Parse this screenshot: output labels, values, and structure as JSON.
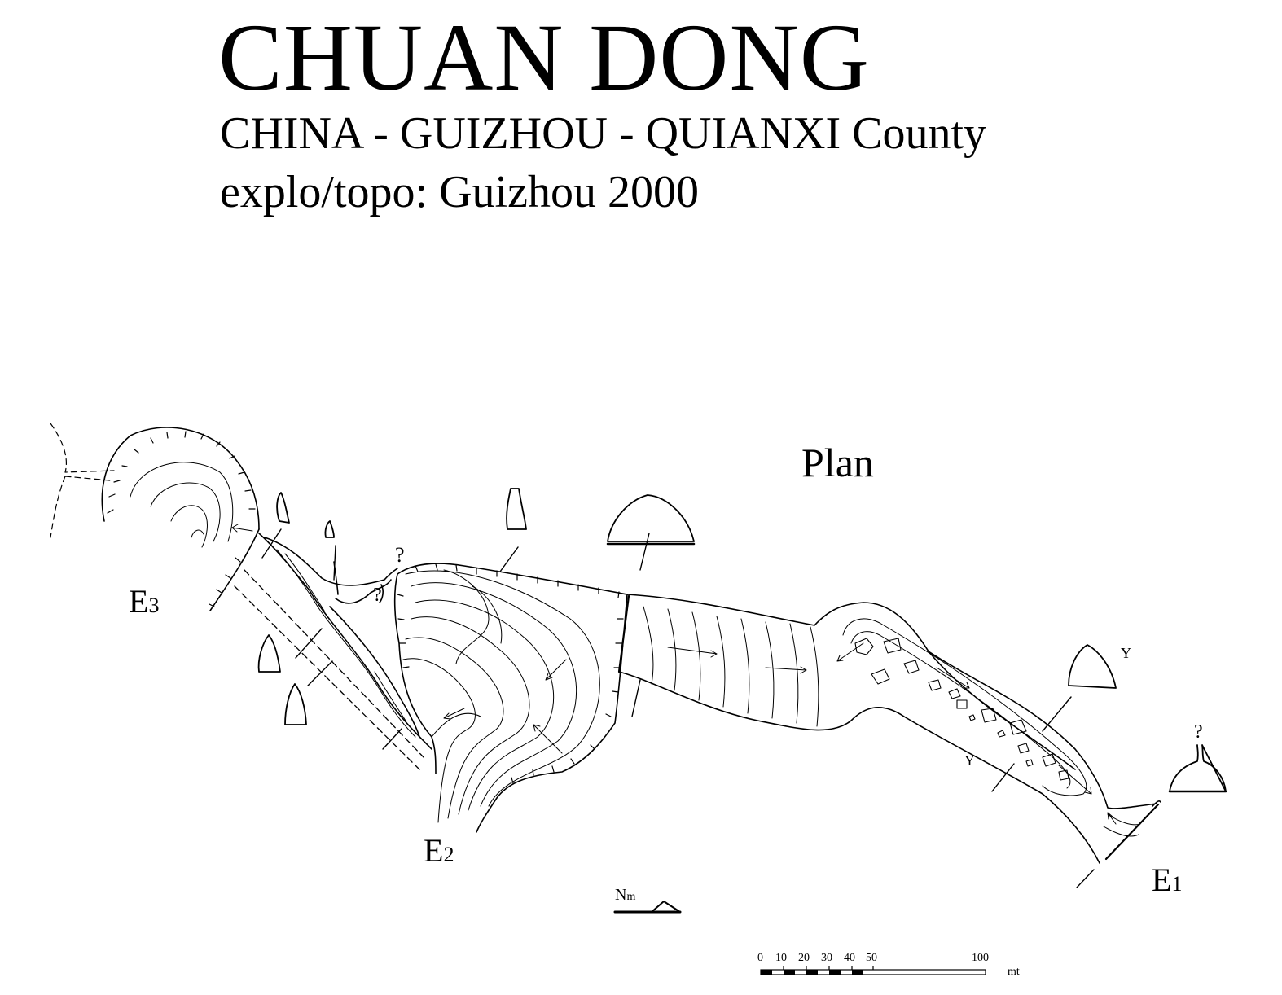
{
  "header": {
    "title": "CHUAN DONG",
    "location": "CHINA - GUIZHOU - QUIANXI County",
    "credits": "explo/topo: Guizhou 2000"
  },
  "map": {
    "view_label": "Plan",
    "entrances": [
      {
        "main": "E",
        "sub": "3"
      },
      {
        "main": "E",
        "sub": "2"
      },
      {
        "main": "E",
        "sub": "1"
      }
    ],
    "north_arrow": {
      "main": "N",
      "sub": "m"
    },
    "scale_bar": {
      "ticks": [
        "0",
        "10",
        "20",
        "30",
        "40",
        "50",
        "100"
      ],
      "unit": "mt"
    },
    "symbols": {
      "unknown": "?",
      "branch": "Y"
    }
  }
}
